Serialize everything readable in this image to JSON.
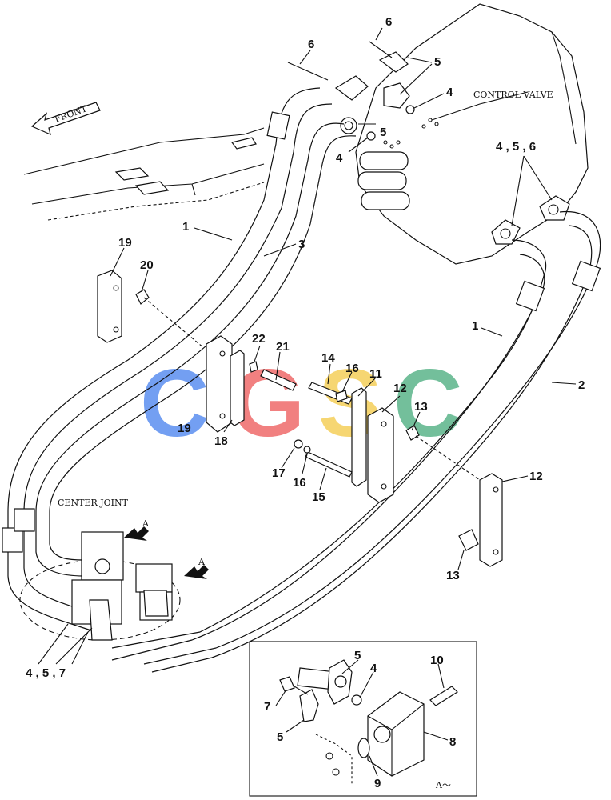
{
  "labels": {
    "front": "FRONT",
    "control_valve": "CONTROL VALVE",
    "center_joint": "CENTER JOINT",
    "view_a_top": "A",
    "view_a_right": "A",
    "detail_caption": "A～"
  },
  "callouts": {
    "n6a": "6",
    "n6b": "6",
    "n5a": "5",
    "n5b": "5",
    "n4a": "4",
    "n4b": "4",
    "n456": "4 , 5 , 6",
    "n1a": "1",
    "n3": "3",
    "n19a": "19",
    "n20": "20",
    "n22": "22",
    "n21": "21",
    "n14": "14",
    "n16a": "16",
    "n11": "11",
    "n12a": "12",
    "n13a": "13",
    "n1b": "1",
    "n2": "2",
    "n19b": "19",
    "n18": "18",
    "n17": "17",
    "n16b": "16",
    "n15": "15",
    "n12b": "12",
    "n13b": "13",
    "n457": "4 , 5 , 7",
    "d5a": "5",
    "d4": "4",
    "d10": "10",
    "d7": "7",
    "d5b": "5",
    "d8": "8",
    "d9": "9"
  },
  "watermark": {
    "letters": [
      "C",
      "G",
      "S",
      "C"
    ],
    "colors": [
      "#5b8ff0",
      "#ef6b6b",
      "#f5cf5a",
      "#5bb58a"
    ]
  },
  "colors": {
    "callout_blue": "#1f4fb8",
    "callout_green": "#1e7a4e"
  }
}
